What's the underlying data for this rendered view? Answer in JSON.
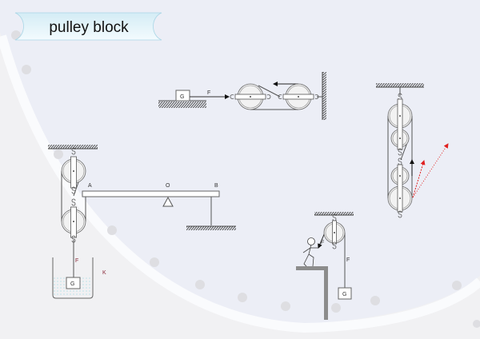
{
  "title": "pulley block",
  "colors": {
    "background_blue": "#eceef6",
    "background_grey": "#f1f1f3",
    "banner": "#dff1f8",
    "rope": "#555555",
    "force_red": "#e02020"
  },
  "lever_diagram": {
    "point_a": "A",
    "point_o": "O",
    "point_b": "B",
    "force": "F",
    "weight": "G",
    "container": "K"
  },
  "horizontal_diagram": {
    "weight": "G",
    "force": "F"
  },
  "person_diagram": {
    "force_hand": "F",
    "force_rope": "F",
    "weight": "G"
  }
}
